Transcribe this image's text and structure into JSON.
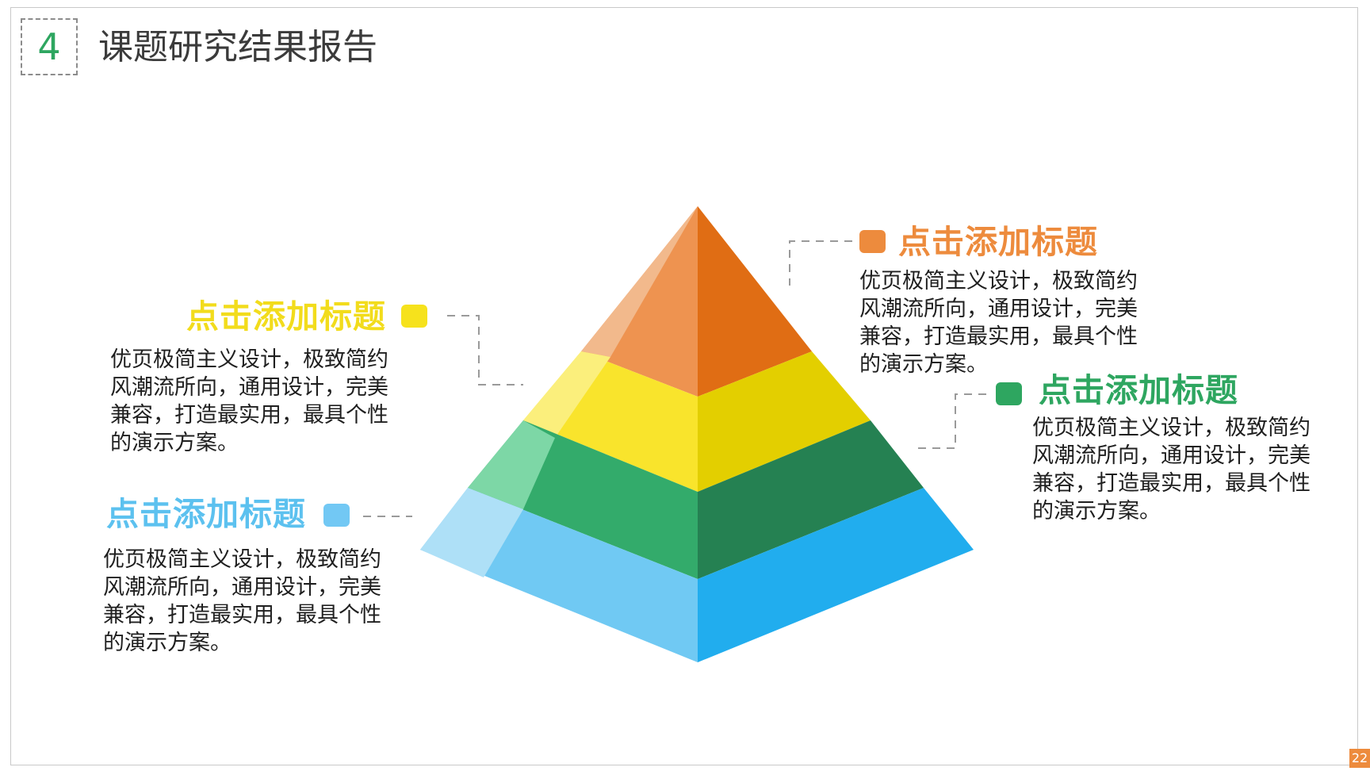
{
  "header": {
    "section_number": "4",
    "title": "课题研究结果报告"
  },
  "colors": {
    "orange": "#ed8b3d",
    "yellow": "#f2dc1c",
    "green": "#2ea660",
    "blue": "#5cc1ef"
  },
  "pyramid": {
    "layers": [
      {
        "name": "top",
        "color": "orange"
      },
      {
        "name": "upper-middle",
        "color": "yellow"
      },
      {
        "name": "lower-middle",
        "color": "green"
      },
      {
        "name": "base",
        "color": "blue"
      }
    ]
  },
  "callouts": [
    {
      "id": "orange",
      "title": "点击添加标题",
      "lines": [
        "优页极简主义设计，极致简约",
        "风潮流所向，通用设计，完美",
        "兼容，打造最实用，最具个性",
        "的演示方案。"
      ]
    },
    {
      "id": "yellow",
      "title": "点击添加标题",
      "lines": [
        "优页极简主义设计，极致简约",
        "风潮流所向，通用设计，完美",
        "兼容，打造最实用，最具个性",
        "的演示方案。"
      ]
    },
    {
      "id": "green",
      "title": "点击添加标题",
      "lines": [
        "优页极简主义设计，极致简约",
        "风潮流所向，通用设计，完美",
        "兼容，打造最实用，最具个性",
        "的演示方案。"
      ]
    },
    {
      "id": "blue",
      "title": "点击添加标题",
      "lines": [
        "优页极简主义设计，极致简约",
        "风潮流所向，通用设计，完美",
        "兼容，打造最实用，最具个性",
        "的演示方案。"
      ]
    }
  ],
  "page_number": "22"
}
